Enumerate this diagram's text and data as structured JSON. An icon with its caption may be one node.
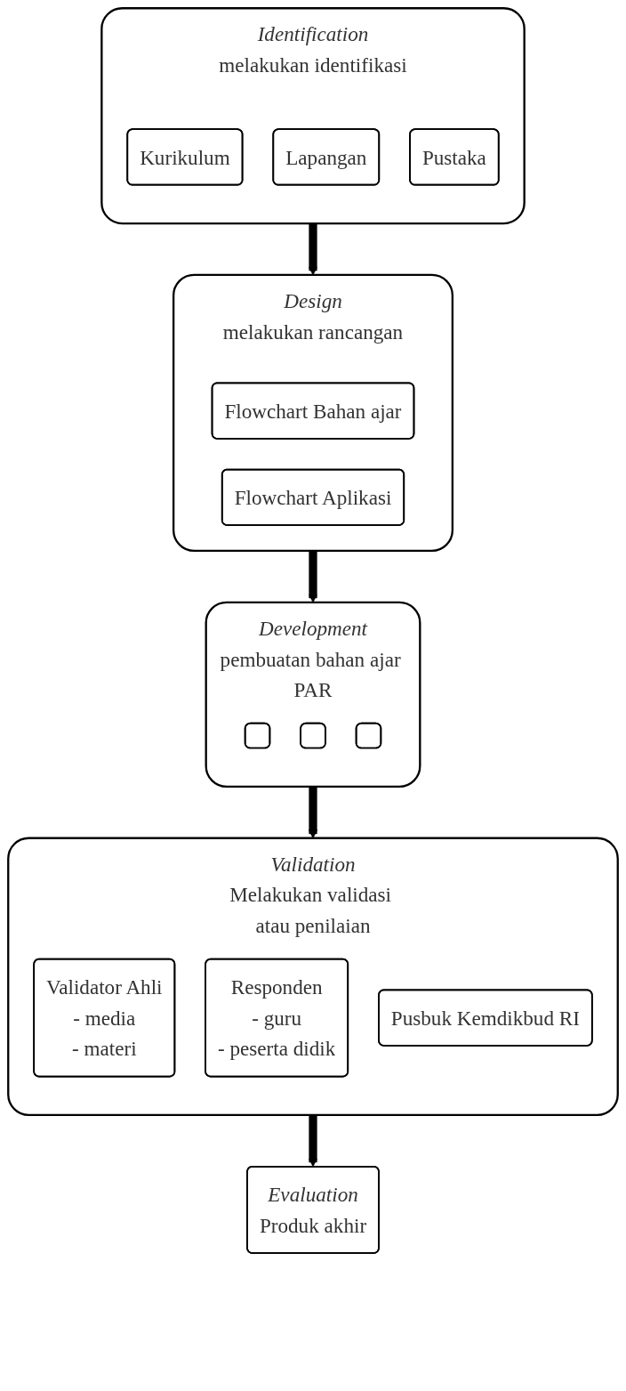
{
  "diagram": {
    "nodes": [
      {
        "text": [
          "Identification",
          "melakukan identifikasi"
        ]
      },
      {
        "text": [
          "Kurikulum"
        ],
        "in": 0
      },
      {
        "text": [
          "Lapangan"
        ],
        "in": 0
      },
      {
        "text": [
          "Pustaka"
        ],
        "in": 0
      },
      {
        "text": [
          "Design",
          "melakukan rancangan"
        ]
      },
      {
        "text": [
          "Flowchart Bahan ajar"
        ],
        "in": 4
      },
      {
        "text": [
          "Flowchart Aplikasi"
        ],
        "in": 4
      },
      {
        "text": [
          "Development",
          "pembuatan bahan ajar PAR"
        ]
      },
      {
        "text": [],
        "shape": "box",
        "in": 7
      },
      {
        "text": [],
        "shape": "box",
        "in": 7
      },
      {
        "text": [],
        "shape": "box",
        "in": 7
      },
      {
        "text": [
          "Validation",
          "Melakukan validasi atau penilaian"
        ]
      },
      {
        "text": [
          "Validator Ahli",
          "- media",
          "- materi"
        ],
        "in": 11
      },
      {
        "text": [
          "Responden",
          "- guru",
          "- peserta didik"
        ],
        "in": 11
      },
      {
        "text": [
          "Pusbuk Kemdikbud RI"
        ],
        "in": 11
      },
      {
        "text": [
          "Evaluation",
          "Produk akhir"
        ]
      }
    ],
    "edges": [
      {
        "from": 0,
        "to": 4,
        "arrow": "to"
      },
      {
        "from": 4,
        "to": 7,
        "arrow": "to"
      },
      {
        "from": 7,
        "to": 11,
        "arrow": "to"
      },
      {
        "from": 11,
        "to": 15,
        "arrow": "to"
      }
    ]
  }
}
